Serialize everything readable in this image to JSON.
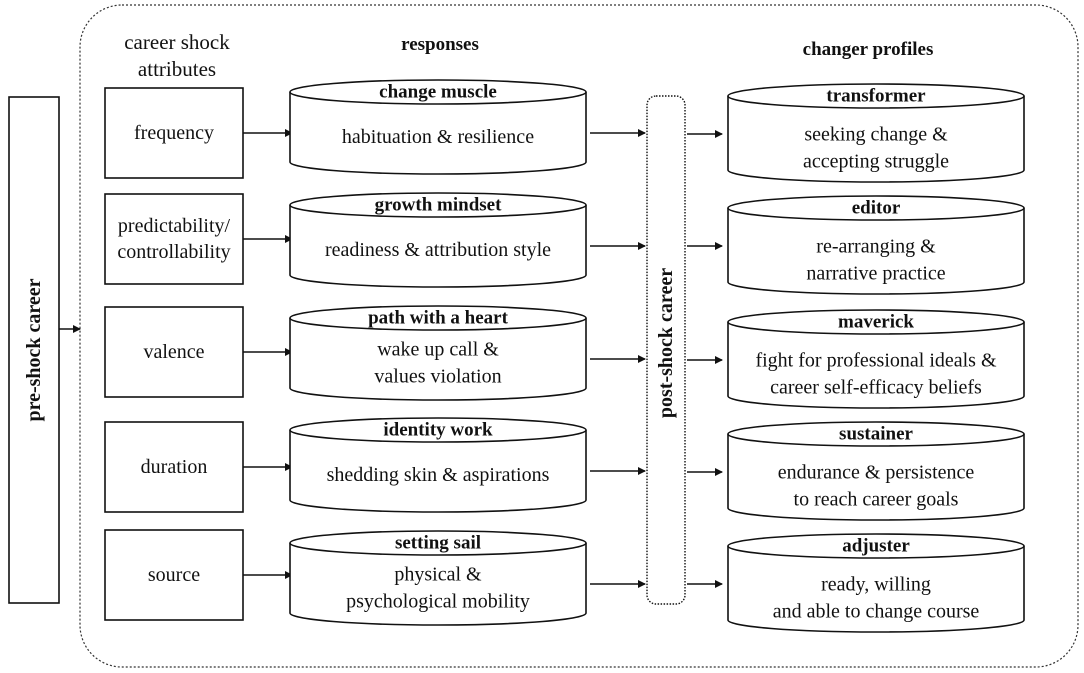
{
  "headings": {
    "attributes_line1": "career shock",
    "attributes_line2": "attributes",
    "responses": "responses",
    "profiles": "changer profiles"
  },
  "pre_shock": "pre-shock career",
  "post_shock": "post-shock career",
  "attributes": [
    "frequency",
    "predictability/\ncontrollability",
    "valence",
    "duration",
    "source"
  ],
  "responses": [
    {
      "title": "change muscle",
      "body": "habituation & resilience"
    },
    {
      "title": "growth mindset",
      "body": "readiness & attribution style"
    },
    {
      "title": "path with a heart",
      "body": "wake up call &\nvalues violation"
    },
    {
      "title": "identity work",
      "body": "shedding skin & aspirations"
    },
    {
      "title": "setting sail",
      "body": "physical &\npsychological mobility"
    }
  ],
  "profiles": [
    {
      "title": "transformer",
      "body": "seeking change &\naccepting struggle"
    },
    {
      "title": "editor",
      "body": "re-arranging &\nnarrative practice"
    },
    {
      "title": "maverick",
      "body": "fight for professional ideals &\ncareer self-efficacy beliefs"
    },
    {
      "title": "sustainer",
      "body": "endurance & persistence\nto reach career goals"
    },
    {
      "title": "adjuster",
      "body": "ready, willing\nand able to change course"
    }
  ]
}
